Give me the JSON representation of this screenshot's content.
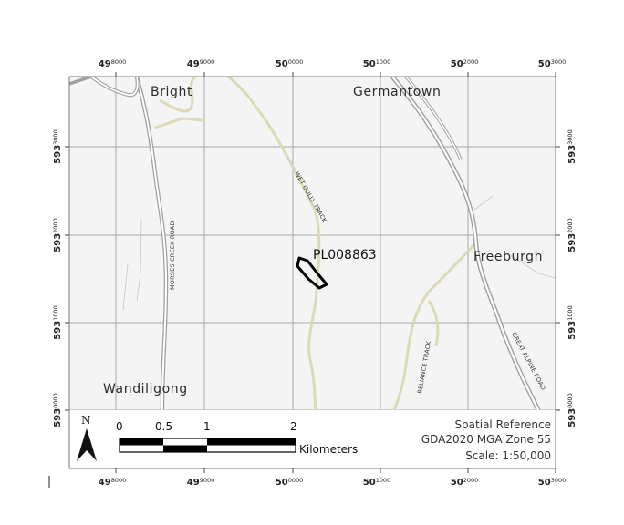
{
  "map": {
    "background_color": "#f4f4f4",
    "grid_color": "#a9a9a9",
    "road_color": "#b4b4b4",
    "track_color": "#dedcba",
    "parcel_color": "#000000"
  },
  "easting_ticks": [
    {
      "big": "49",
      "small": "8000"
    },
    {
      "big": "49",
      "small": "9000"
    },
    {
      "big": "50",
      "small": "0000"
    },
    {
      "big": "50",
      "small": "1000"
    },
    {
      "big": "50",
      "small": "2000"
    },
    {
      "big": "50",
      "small": "3000"
    }
  ],
  "northing_ticks": [
    {
      "big": "593",
      "small": "3000"
    },
    {
      "big": "593",
      "small": "2000"
    },
    {
      "big": "593",
      "small": "1000"
    },
    {
      "big": "593",
      "small": "0000"
    }
  ],
  "towns": [
    "Bright",
    "Germantown",
    "Freeburgh",
    "Wandiligong"
  ],
  "roads": [
    "WET GULLY TRACK",
    "MORSES CREEK ROAD",
    "RELIANCE TRACK",
    "GREAT ALPINE ROAD"
  ],
  "parcel_label": "PL008863",
  "north_arrow": {
    "label": "N"
  },
  "scale_bar": {
    "labels": [
      "0",
      "0.5",
      "1",
      "2"
    ],
    "unit": "Kilometers"
  },
  "info_box": {
    "title": "Spatial Reference",
    "datum": "GDA2020 MGA Zone 55",
    "scale": "Scale: 1:50,000"
  }
}
